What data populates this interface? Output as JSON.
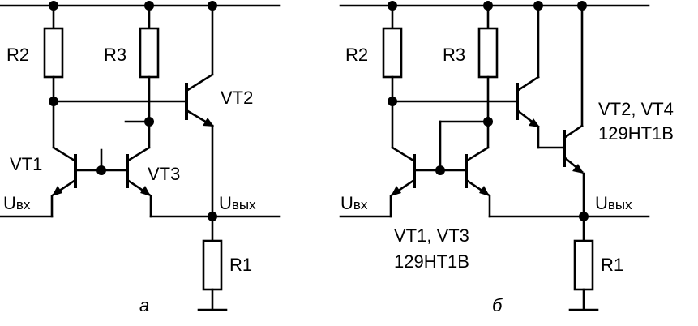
{
  "diagram_a": {
    "caption": "а",
    "resistors": [
      "R2",
      "R3",
      "R1"
    ],
    "transistors": [
      "VT1",
      "VT3",
      "VT2"
    ],
    "input": {
      "main": "U",
      "sub": "вх"
    },
    "output": {
      "main": "U",
      "sub": "вых"
    }
  },
  "diagram_b": {
    "caption": "б",
    "resistors": [
      "R2",
      "R3",
      "R1"
    ],
    "input": {
      "main": "U",
      "sub": "вх"
    },
    "output": {
      "main": "U",
      "sub": "вых"
    },
    "pair_top": [
      "VT2, VT4",
      "129НТ1В"
    ],
    "pair_bottom": [
      "VT1, VT3",
      "129НТ1В"
    ]
  },
  "colors": {
    "line": "#000000",
    "background": "#ffffff"
  }
}
